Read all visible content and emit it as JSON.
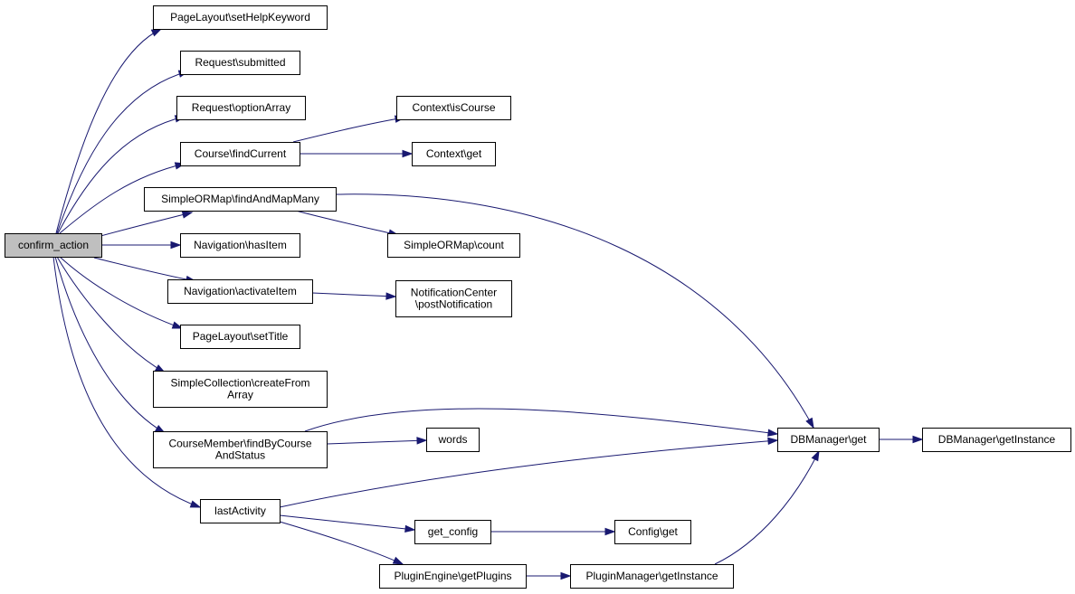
{
  "graph": {
    "nodes": [
      {
        "id": "confirm_action",
        "lines": [
          "confirm_action"
        ],
        "highlight": true
      },
      {
        "id": "setHelpKeyword",
        "lines": [
          "PageLayout\\setHelpKeyword"
        ]
      },
      {
        "id": "submitted",
        "lines": [
          "Request\\submitted"
        ]
      },
      {
        "id": "optionArray",
        "lines": [
          "Request\\optionArray"
        ]
      },
      {
        "id": "findCurrent",
        "lines": [
          "Course\\findCurrent"
        ]
      },
      {
        "id": "isCourse",
        "lines": [
          "Context\\isCourse"
        ]
      },
      {
        "id": "ctxget",
        "lines": [
          "Context\\get"
        ]
      },
      {
        "id": "findAndMapMany",
        "lines": [
          "SimpleORMap\\findAndMapMany"
        ]
      },
      {
        "id": "count",
        "lines": [
          "SimpleORMap\\count"
        ]
      },
      {
        "id": "hasItem",
        "lines": [
          "Navigation\\hasItem"
        ]
      },
      {
        "id": "activateItem",
        "lines": [
          "Navigation\\activateItem"
        ]
      },
      {
        "id": "postNotification",
        "lines": [
          "NotificationCenter",
          "\\postNotification"
        ]
      },
      {
        "id": "setTitle",
        "lines": [
          "PageLayout\\setTitle"
        ]
      },
      {
        "id": "createFromArray",
        "lines": [
          "SimpleCollection\\createFrom",
          "Array"
        ]
      },
      {
        "id": "findByCourse",
        "lines": [
          "CourseMember\\findByCourse",
          "AndStatus"
        ]
      },
      {
        "id": "words",
        "lines": [
          "words"
        ]
      },
      {
        "id": "dbget",
        "lines": [
          "DBManager\\get"
        ]
      },
      {
        "id": "dbinstance",
        "lines": [
          "DBManager\\getInstance"
        ]
      },
      {
        "id": "lastActivity",
        "lines": [
          "lastActivity"
        ]
      },
      {
        "id": "get_config",
        "lines": [
          "get_config"
        ]
      },
      {
        "id": "configget",
        "lines": [
          "Config\\get"
        ]
      },
      {
        "id": "getPlugins",
        "lines": [
          "PluginEngine\\getPlugins"
        ]
      },
      {
        "id": "pmInstance",
        "lines": [
          "PluginManager\\getInstance"
        ]
      }
    ],
    "edges": [
      {
        "from": "confirm_action",
        "to": "setHelpKeyword"
      },
      {
        "from": "confirm_action",
        "to": "submitted"
      },
      {
        "from": "confirm_action",
        "to": "optionArray"
      },
      {
        "from": "confirm_action",
        "to": "findCurrent"
      },
      {
        "from": "confirm_action",
        "to": "findAndMapMany"
      },
      {
        "from": "confirm_action",
        "to": "hasItem"
      },
      {
        "from": "confirm_action",
        "to": "activateItem"
      },
      {
        "from": "confirm_action",
        "to": "setTitle"
      },
      {
        "from": "confirm_action",
        "to": "createFromArray"
      },
      {
        "from": "confirm_action",
        "to": "findByCourse"
      },
      {
        "from": "confirm_action",
        "to": "lastActivity"
      },
      {
        "from": "findCurrent",
        "to": "isCourse"
      },
      {
        "from": "findCurrent",
        "to": "ctxget"
      },
      {
        "from": "findAndMapMany",
        "to": "count"
      },
      {
        "from": "findAndMapMany",
        "to": "dbget"
      },
      {
        "from": "activateItem",
        "to": "postNotification"
      },
      {
        "from": "findByCourse",
        "to": "dbget"
      },
      {
        "from": "findByCourse",
        "to": "words"
      },
      {
        "from": "lastActivity",
        "to": "dbget"
      },
      {
        "from": "lastActivity",
        "to": "get_config"
      },
      {
        "from": "lastActivity",
        "to": "getPlugins"
      },
      {
        "from": "dbget",
        "to": "dbinstance"
      },
      {
        "from": "get_config",
        "to": "configget"
      },
      {
        "from": "getPlugins",
        "to": "pmInstance"
      },
      {
        "from": "pmInstance",
        "to": "dbget"
      }
    ]
  },
  "colors": {
    "edge": "#191970",
    "node_fill": "#ffffff",
    "highlight_fill": "#bfbfbf",
    "border": "#000000"
  }
}
